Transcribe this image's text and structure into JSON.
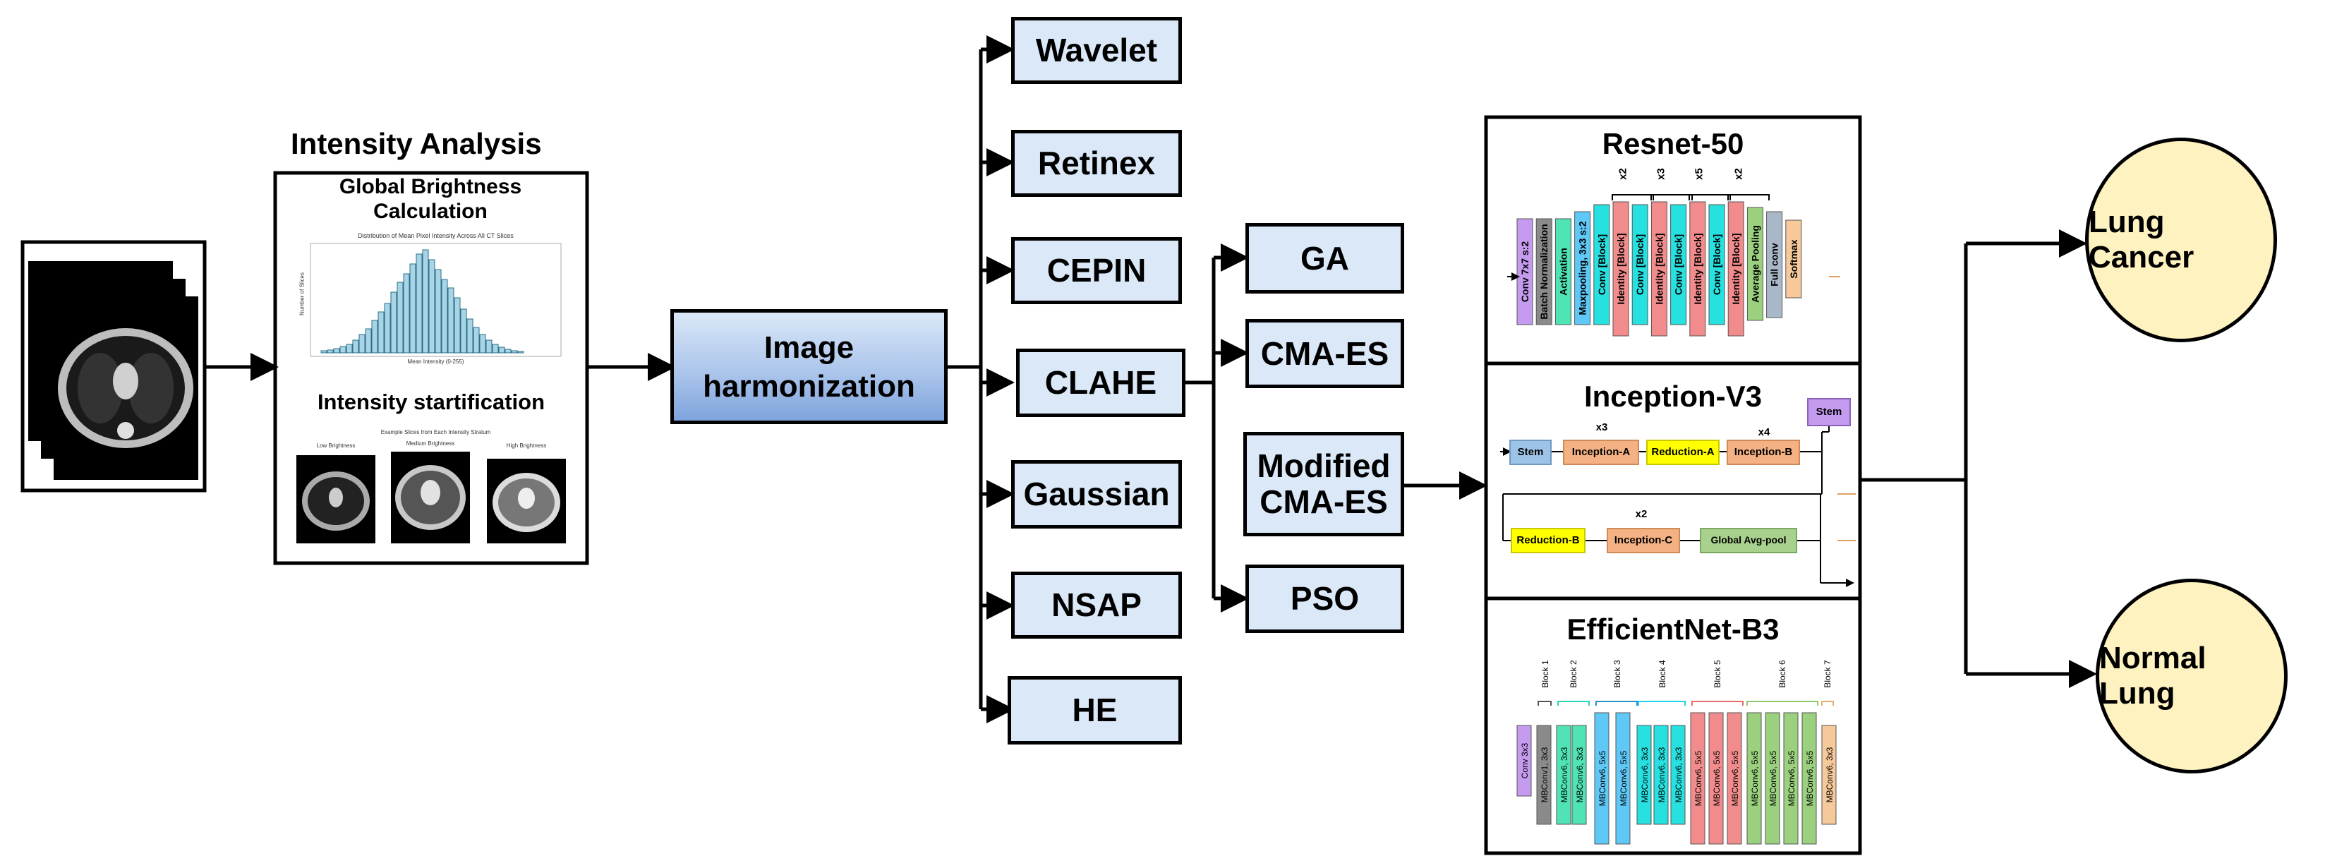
{
  "input": {
    "label": ""
  },
  "intensity": {
    "title": "Intensity Analysis",
    "global_title": "Global Brightness Calculation",
    "hist_title": "Distribution of Mean Pixel Intensity Across All CT Slices",
    "hist_xlabel": "Mean Intensity (0-255)",
    "hist_ylabel": "Number of Slices",
    "strat_title": "Intensity startification",
    "strat_subtitle": "Example Slices from Each Intensity Stratum",
    "samples": [
      {
        "label": "Low Brightness"
      },
      {
        "label": "Medium Brightness"
      },
      {
        "label": "High Brightness"
      }
    ]
  },
  "harmonization": {
    "label": "Image harmonization"
  },
  "methods": [
    "Wavelet",
    "Retinex",
    "CEPIN",
    "CLAHE",
    "Gaussian",
    "NSAP",
    "HE"
  ],
  "optimizers": [
    "GA",
    "CMA-ES",
    "Modified CMA-ES",
    "PSO"
  ],
  "resnet": {
    "title": "Resnet-50",
    "layers": [
      {
        "label": "Conv 7x7 s:2",
        "color": "#c59bef"
      },
      {
        "label": "Batch Normalization",
        "color": "#8a8a8a"
      },
      {
        "label": "Activation",
        "color": "#4fe3b5"
      },
      {
        "label": "Maxpooling, 3x3 s:2",
        "color": "#5fc8f7"
      },
      {
        "label": "Conv [Block]",
        "color": "#27e0e0"
      },
      {
        "label": "Identity [Block]",
        "color": "#f28b8b"
      },
      {
        "label": "Conv [Block]",
        "color": "#27e0e0"
      },
      {
        "label": "Identity [Block]",
        "color": "#f28b8b"
      },
      {
        "label": "Conv [Block]",
        "color": "#27e0e0"
      },
      {
        "label": "Identity [Block]",
        "color": "#f28b8b"
      },
      {
        "label": "Conv [Block]",
        "color": "#27e0e0"
      },
      {
        "label": "Identity [Block]",
        "color": "#f28b8b"
      },
      {
        "label": "Average Pooling",
        "color": "#9bd17e"
      },
      {
        "label": "Full conv",
        "color": "#a9b8c8"
      },
      {
        "label": "Softmax",
        "color": "#f6c99b"
      }
    ],
    "repeats": [
      "x2",
      "x3",
      "x5",
      "x2"
    ]
  },
  "inception": {
    "title": "Inception-V3",
    "row1": [
      "Stem",
      "Inception-A",
      "Reduction-A",
      "Inception-B"
    ],
    "row1_repeats": [
      "x3",
      "x4"
    ],
    "stem_out": "Stem",
    "row2": [
      "Reduction-B",
      "Inception-C",
      "Global Avg-pool"
    ],
    "row2_repeat": "x2"
  },
  "efficientnet": {
    "title": "EfficientNet-B3",
    "blocks": [
      "Block 1",
      "Block 2",
      "Block 3",
      "Block 4",
      "Block 5",
      "Block 6",
      "Block 7"
    ],
    "first": "Conv 3x3",
    "layers": {
      "b1": "MBConv1, 3x3",
      "b2": "MBConv6, 3x3",
      "b3": "MBConv6, 5x5",
      "b4": "MBConv6, 3x3",
      "b5": "MBConv6, 5x5",
      "b6": "MBConv6, 5x5",
      "b7": "MBConv6, 3x3"
    }
  },
  "outputs": [
    "Lung Cancer",
    "Normal Lung"
  ]
}
